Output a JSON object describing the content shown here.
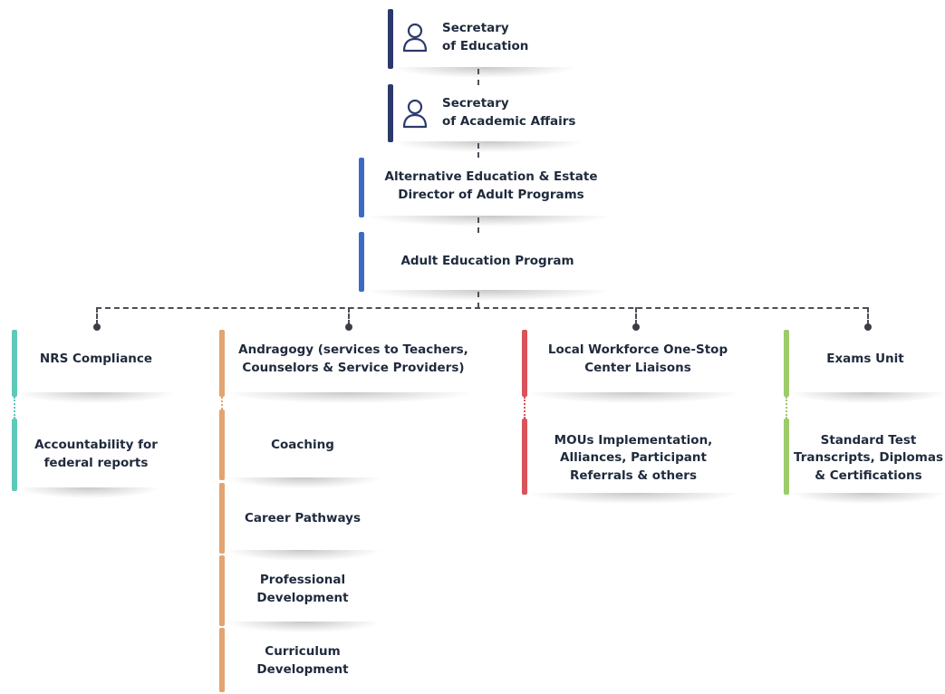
{
  "colors": {
    "navy": "#2b3a6b",
    "blue": "#3b6cc4",
    "teal": "#5ec9b9",
    "orange": "#e3a46f",
    "red": "#d9535a",
    "green": "#9ccb6b",
    "text": "#1f2a3c"
  },
  "top": {
    "secretary_education": "Secretary\nof Education",
    "secretary_academic": "Secretary\nof Academic Affairs",
    "director": "Alternative Education & Estate\nDirector of Adult Programs",
    "program": "Adult Education Program"
  },
  "columns": {
    "nrs": {
      "head": "NRS Compliance",
      "sub": "Accountability for\nfederal reports"
    },
    "andragogy": {
      "head": "Andragogy (services to Teachers,\nCounselors & Service Providers)",
      "items": [
        "Coaching",
        "Career Pathways",
        "Professional\nDevelopment",
        "Curriculum\nDevelopment"
      ]
    },
    "workforce": {
      "head": "Local Workforce One-Stop\nCenter Liaisons",
      "sub": "MOUs Implementation,\nAlliances, Participant\nReferrals & others"
    },
    "exams": {
      "head": "Exams Unit",
      "sub": "Standard Test\nTranscripts, Diplomas\n& Certifications"
    }
  },
  "icons": {
    "person": "person-icon"
  }
}
